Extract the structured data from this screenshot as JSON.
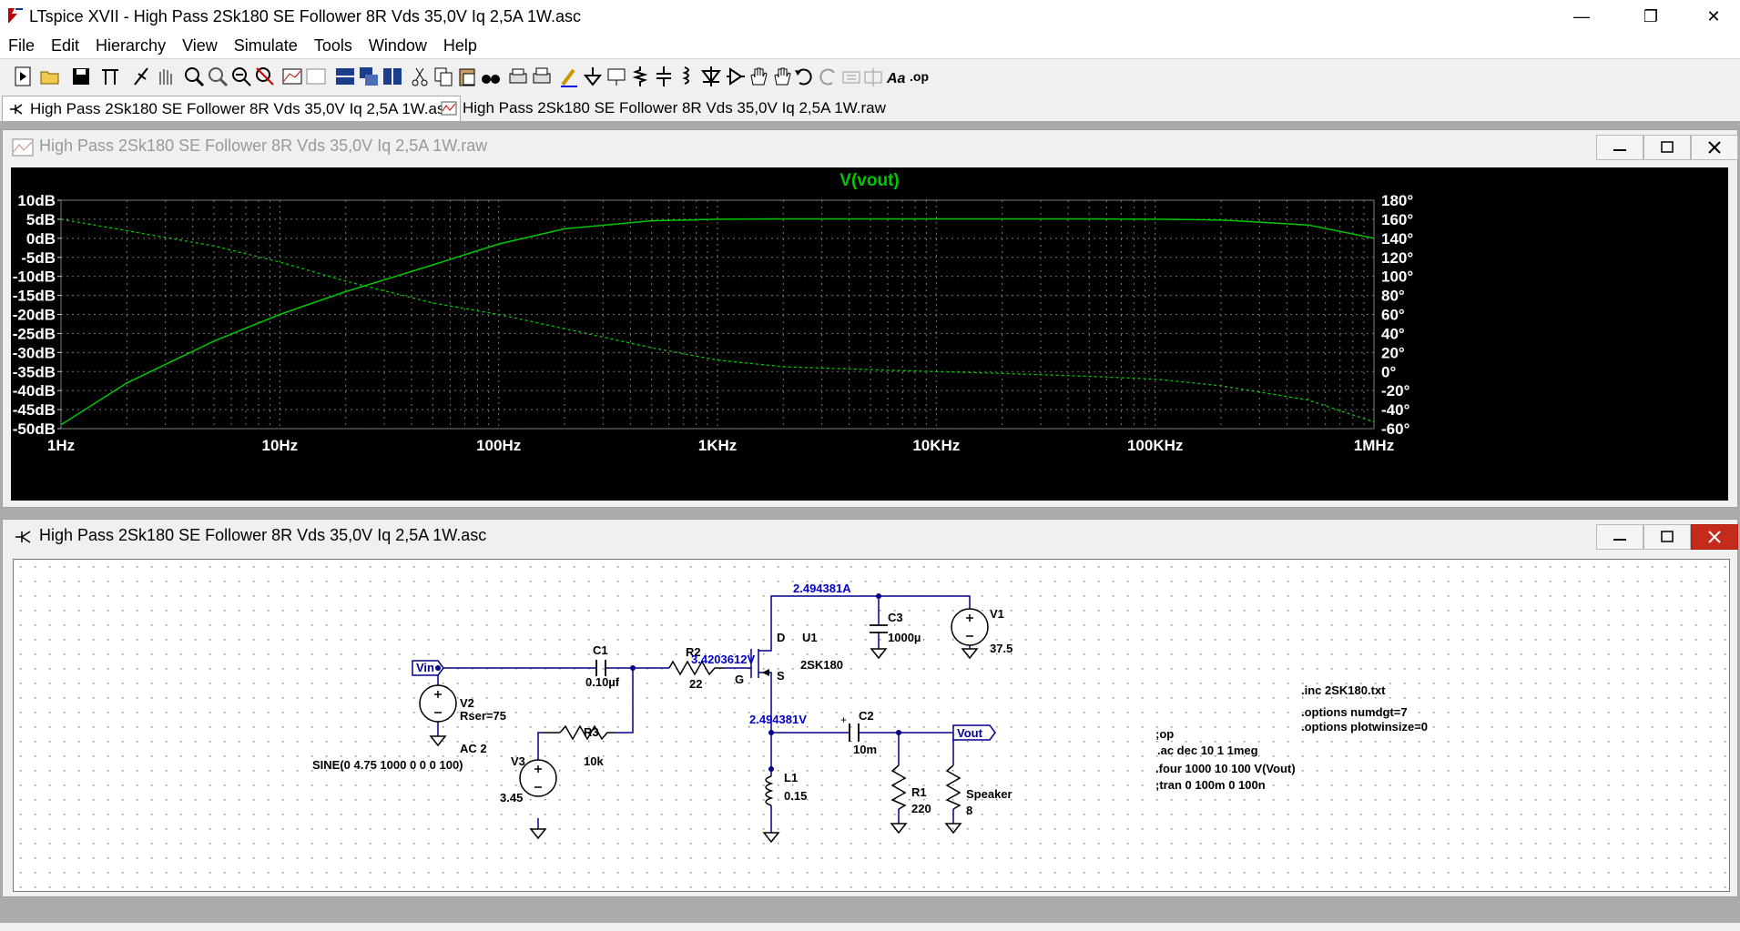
{
  "window": {
    "title": "LTspice XVII - High Pass 2Sk180 SE Follower 8R Vds 35,0V Iq 2,5A 1W.asc",
    "minimize": "—",
    "restore": "❐",
    "close": "✕"
  },
  "menu": [
    "File",
    "Edit",
    "Hierarchy",
    "View",
    "Simulate",
    "Tools",
    "Window",
    "Help"
  ],
  "tabs": [
    {
      "label": "High Pass 2Sk180 SE Follower 8R Vds 35,0V Iq 2,5A 1W.asc",
      "active": true
    },
    {
      "label": "High Pass 2Sk180 SE Follower 8R Vds 35,0V Iq 2,5A 1W.raw",
      "active": false
    }
  ],
  "plot_window": {
    "title": "High Pass 2Sk180 SE Follower 8R Vds 35,0V Iq 2,5A 1W.raw"
  },
  "schematic_window": {
    "title": "High Pass 2Sk180 SE Follower 8R Vds 35,0V Iq 2,5A 1W.asc"
  },
  "chart_data": {
    "type": "line",
    "title": "V(vout)",
    "x_scale": "log",
    "x_ticks": [
      "1Hz",
      "10Hz",
      "100Hz",
      "1KHz",
      "10KHz",
      "100KHz",
      "1MHz"
    ],
    "xlim": [
      1,
      1000000
    ],
    "y_left_ticks": [
      "10dB",
      "5dB",
      "0dB",
      "-5dB",
      "-10dB",
      "-15dB",
      "-20dB",
      "-25dB",
      "-30dB",
      "-35dB",
      "-40dB",
      "-45dB",
      "-50dB"
    ],
    "ylim_left": [
      -50,
      10
    ],
    "y_right_ticks": [
      "180°",
      "160°",
      "140°",
      "120°",
      "100°",
      "80°",
      "60°",
      "40°",
      "20°",
      "0°",
      "-20°",
      "-40°",
      "-60°"
    ],
    "ylim_right": [
      -60,
      180
    ],
    "grid": true,
    "line_color": "#00c800",
    "series": [
      {
        "name": "magnitude",
        "axis": "left",
        "style": "solid",
        "x": [
          1,
          2,
          5,
          10,
          20,
          50,
          100,
          200,
          500,
          1000,
          2000,
          5000,
          10000,
          20000,
          50000,
          100000,
          200000,
          500000,
          1000000
        ],
        "y": [
          -49,
          -38,
          -27,
          -20,
          -14,
          -7,
          -1.5,
          2.5,
          4.6,
          5.0,
          5.1,
          5.1,
          5.1,
          5.1,
          5.1,
          5.0,
          4.8,
          3.5,
          0
        ]
      },
      {
        "name": "phase",
        "axis": "right",
        "style": "dashed",
        "x": [
          1,
          2,
          5,
          10,
          20,
          50,
          100,
          200,
          500,
          1000,
          2000,
          5000,
          10000,
          20000,
          50000,
          100000,
          200000,
          500000,
          1000000
        ],
        "y": [
          160,
          148,
          132,
          115,
          95,
          72,
          60,
          45,
          25,
          12,
          5,
          2,
          0,
          -2,
          -5,
          -8,
          -15,
          -30,
          -53
        ]
      }
    ]
  },
  "schematic": {
    "labels": {
      "vin": "Vin",
      "vout": "Vout",
      "c1": "C1",
      "c1_val": "0.10µf",
      "r2": "R2",
      "r2_val": "22",
      "node_g": "3.4203612V",
      "g": "G",
      "d": "D",
      "s": "S",
      "u1": "U1",
      "u1_val": "2SK180",
      "node_d": "2.494381A",
      "c3": "C3",
      "c3_val": "1000µ",
      "v1": "V1",
      "v1_val": "37.5",
      "v2": "V2",
      "v2_rser": "Rser=75",
      "v2_ac": "AC 2",
      "v2_sine": "SINE(0 4.75 1000 0 0 0 100)",
      "r3": "R3",
      "r3_val": "10k",
      "v3": "V3",
      "v3_val": "3.45",
      "node_s": "2.494381V",
      "c2": "C2",
      "c2_val": "10m",
      "l1": "L1",
      "l1_val": "0.15",
      "r1": "R1",
      "r1_val": "220",
      "speaker": "Speaker",
      "speaker_val": "8"
    },
    "directives": [
      ".inc 2SK180.txt",
      ".options numdgt=7",
      ".options plotwinsize=0",
      ";op",
      ".ac dec 10 1 1meg",
      ".four 1000 10 100 V(Vout)",
      ";tran 0 100m 0 100n"
    ]
  }
}
